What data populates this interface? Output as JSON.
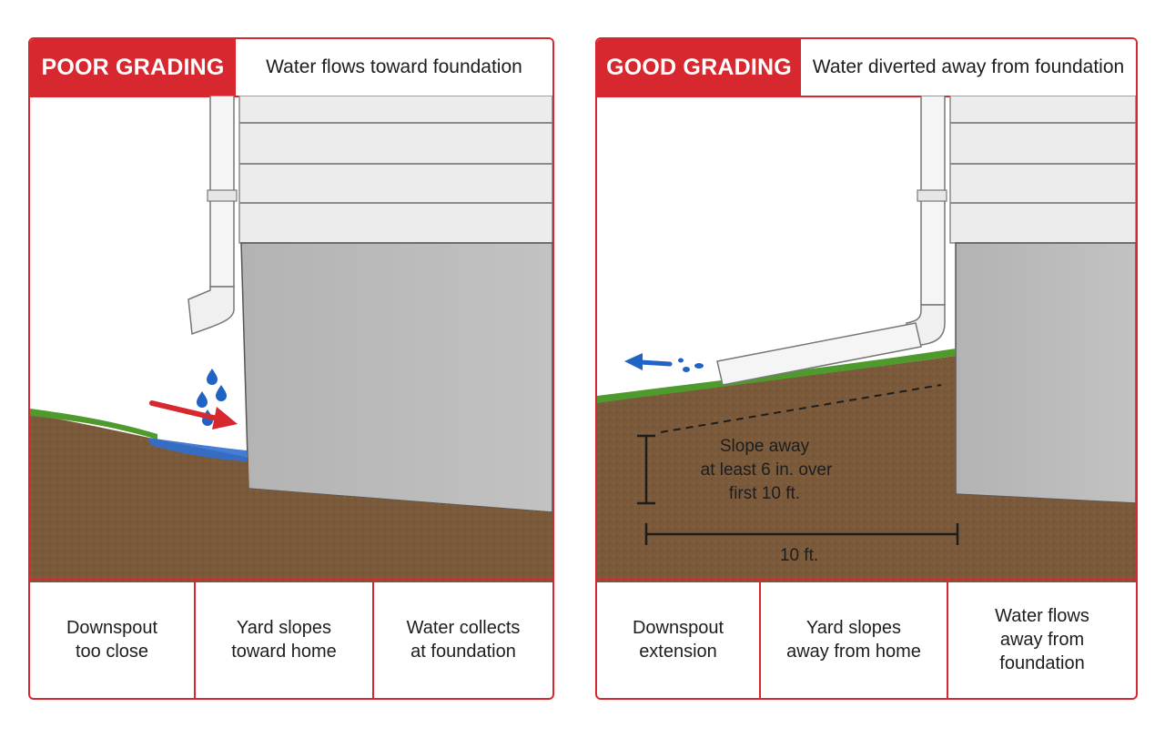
{
  "panels": [
    {
      "label": "POOR GRADING",
      "description": "Water flows toward foundation",
      "captions": [
        "Downspout\ntoo close",
        "Yard slopes\ntoward home",
        "Water collects\nat foundation"
      ]
    },
    {
      "label": "GOOD GRADING",
      "description": "Water diverted away from foundation",
      "captions": [
        "Downspout\nextension",
        "Yard slopes\naway from home",
        "Water flows\naway from\nfoundation"
      ],
      "slope_note": [
        "Slope away",
        "at least 6 in. over",
        "first 10 ft."
      ],
      "distance_label": "10 ft."
    }
  ],
  "colors": {
    "accent_red": "#d7282f",
    "water_blue": "#1f63c4",
    "soil": "#7a5a3a",
    "grass": "#4f9a2c",
    "concrete": "#b9b9b9",
    "siding": "#ececec"
  },
  "icons": {
    "poor_arrow": "arrow-right-icon",
    "good_arrow": "arrow-left-icon",
    "water": "water-drop-icon"
  }
}
